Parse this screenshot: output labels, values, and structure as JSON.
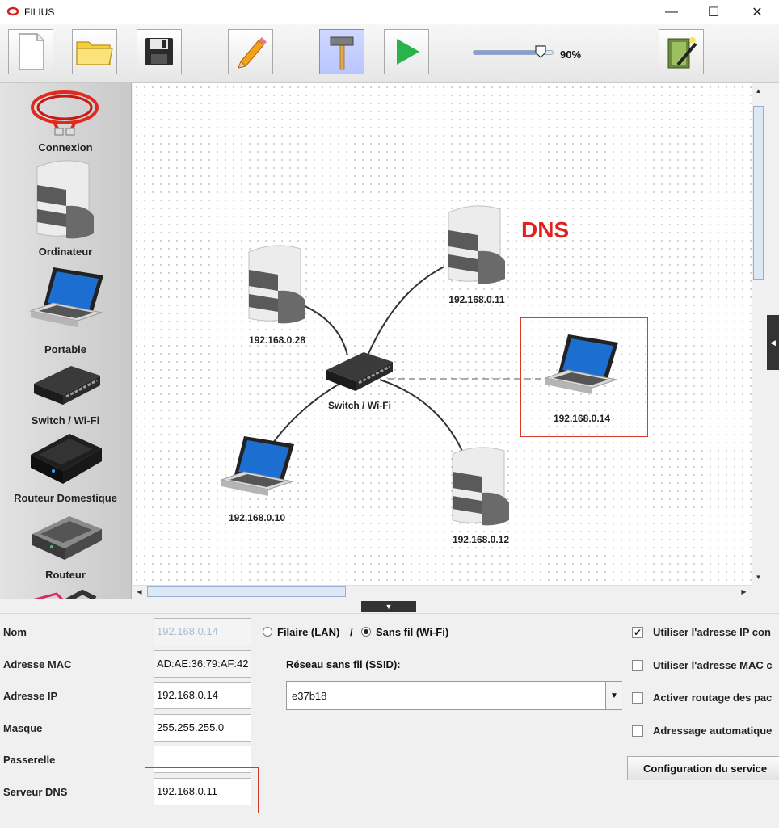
{
  "window": {
    "title": "FILIUS",
    "minimize": "—",
    "maximize": "☐",
    "close": "✕"
  },
  "toolbar": {
    "zoom_label": "90%",
    "zoom_fraction": 0.85
  },
  "palette": {
    "items": [
      {
        "label": "Connexion"
      },
      {
        "label": "Ordinateur"
      },
      {
        "label": "Portable"
      },
      {
        "label": "Switch / Wi-Fi"
      },
      {
        "label": "Routeur Domestique"
      },
      {
        "label": "Routeur"
      }
    ]
  },
  "canvas": {
    "annotation": "DNS",
    "nodes": [
      {
        "label": "192.168.0.28",
        "kind": "server"
      },
      {
        "label": "192.168.0.11",
        "kind": "server"
      },
      {
        "label": "Switch / Wi-Fi",
        "kind": "switch"
      },
      {
        "label": "192.168.0.14",
        "kind": "laptop"
      },
      {
        "label": "192.168.0.10",
        "kind": "laptop"
      },
      {
        "label": "192.168.0.12",
        "kind": "server"
      }
    ]
  },
  "props": {
    "labels": {
      "nom": "Nom",
      "mac": "Adresse MAC",
      "ip": "Adresse IP",
      "masque": "Masque",
      "passerelle": "Passerelle",
      "dns": "Serveur DNS"
    },
    "values": {
      "nom": "192.168.0.14",
      "mac": "AD:AE:36:79:AF:42",
      "ip": "192.168.0.14",
      "masque": "255.255.255.0",
      "passerelle": "",
      "dns": "192.168.0.11"
    },
    "connection": {
      "wired": "Filaire (LAN)",
      "separator": "/",
      "wireless": "Sans fil (Wi-Fi)",
      "selected": "wireless"
    },
    "ssid": {
      "label": "Réseau sans fil (SSID):",
      "value": "e37b18"
    },
    "checks": [
      {
        "label": "Utiliser l'adresse IP con",
        "checked": true
      },
      {
        "label": "Utiliser l'adresse MAC c",
        "checked": false
      },
      {
        "label": "Activer routage des pac",
        "checked": false
      },
      {
        "label": "Adressage automatique",
        "checked": false
      }
    ],
    "config_button": "Configuration du service"
  }
}
